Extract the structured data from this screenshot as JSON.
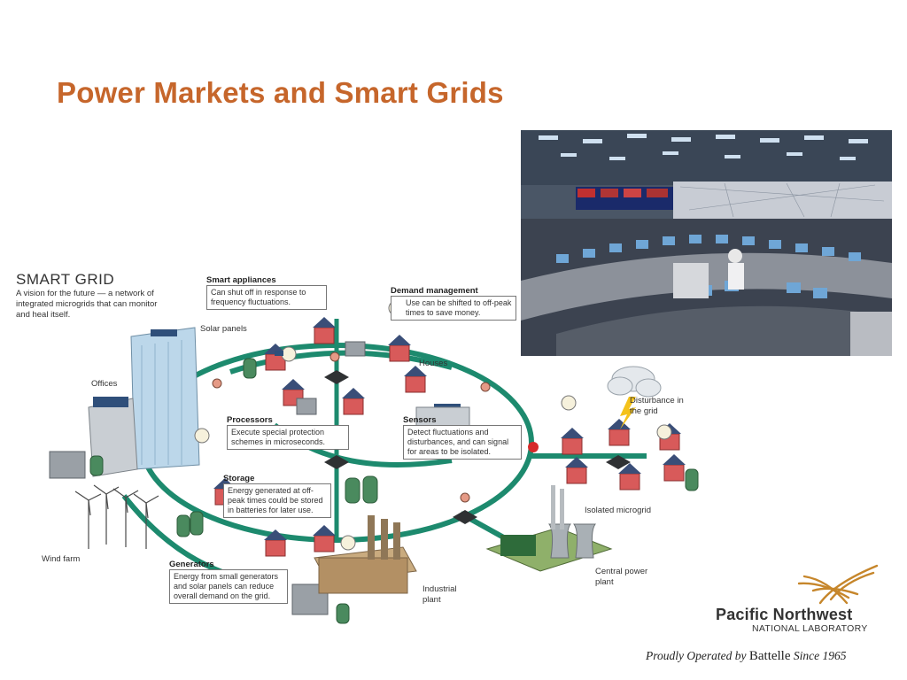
{
  "slide": {
    "title": "Power Markets and Smart Grids"
  },
  "diagram": {
    "title": "SMART GRID",
    "description": "A vision for the future — a network of integrated microgrids that can monitor and heal itself.",
    "callouts": {
      "smart_appliances": {
        "heading": "Smart appliances",
        "text": "Can shut off in response to frequency fluctuations."
      },
      "demand_management": {
        "heading": "Demand management",
        "text": "Use can be shifted to off-peak times to save money."
      },
      "processors": {
        "heading": "Processors",
        "text": "Execute special protection schemes in microseconds."
      },
      "sensors": {
        "heading": "Sensors",
        "text": "Detect fluctuations and disturbances, and can signal for areas to be isolated."
      },
      "storage": {
        "heading": "Storage",
        "text": "Energy generated at off-peak times could be stored in batteries for later use."
      },
      "generators": {
        "heading": "Generators",
        "text": "Energy from small generators and solar panels can reduce overall demand on the grid."
      }
    },
    "labels": {
      "solar_panels": "Solar panels",
      "offices": "Offices",
      "houses": "Houses",
      "disturbance": "Disturbance in the grid",
      "isolated_microgrid": "Isolated microgrid",
      "wind_farm": "Wind farm",
      "central_power_plant": "Central power plant",
      "industrial_plant": "Industrial plant"
    }
  },
  "branding": {
    "org_line1": "Pacific Northwest",
    "org_line2": "NATIONAL LABORATORY",
    "tag_prefix": "Proudly Operated by",
    "tag_brand": "Battelle",
    "tag_suffix": "Since 1965",
    "logo_color": "#c6862b"
  }
}
